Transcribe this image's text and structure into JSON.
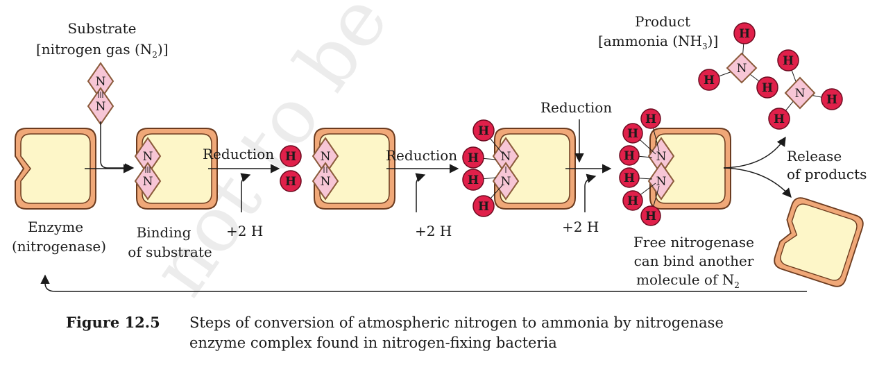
{
  "diagram": {
    "substrate_label_1": "Substrate",
    "substrate_label_2": "[nitrogen gas (N",
    "substrate_label_2_sub": "2",
    "substrate_label_2_end": ")]",
    "product_label_1": "Product",
    "product_label_2": "[ammonia (NH",
    "product_label_2_sub": "3",
    "product_label_2_end": ")]",
    "enzyme_label_1": "Enzyme",
    "enzyme_label_2": "(nitrogenase)",
    "binding_label_1": "Binding",
    "binding_label_2": "of substrate",
    "reduction_label": "Reduction",
    "plus_2h_label": "+2 H",
    "release_label_1": "Release",
    "release_label_2": "of products",
    "free_label_1": "Free nitrogenase",
    "free_label_2": "can bind another",
    "free_label_3": "molecule of N",
    "free_label_3_sub": "2",
    "atom_h": "H",
    "atom_n": "N",
    "watermark": "not to be",
    "colors": {
      "enzyme_outer": "#f0a878",
      "enzyme_inner": "#fdf6c8",
      "hydrogen": "#e0204a",
      "nitrogen": "#f7c6d6"
    }
  },
  "caption": {
    "figure_number": "Figure 12.5",
    "text_line1": "Steps of conversion of atmospheric nitrogen to ammonia by nitrogenase",
    "text_line2": "enzyme complex found in nitrogen-fixing bacteria"
  }
}
